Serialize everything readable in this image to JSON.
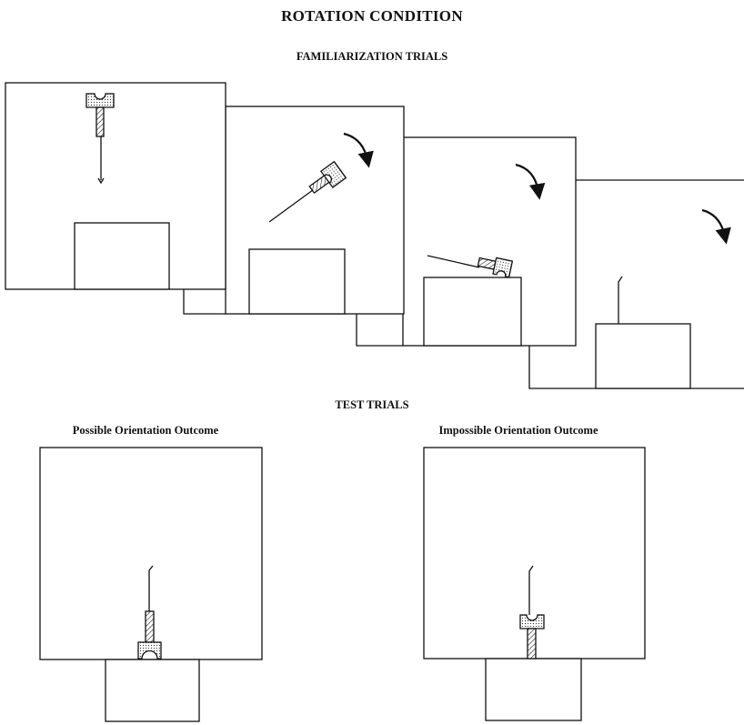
{
  "title": "ROTATION CONDITION",
  "familiarization": {
    "heading": "FAMILIARIZATION TRIALS"
  },
  "test": {
    "heading": "TEST TRIALS",
    "possible_label": "Possible Orientation Outcome",
    "impossible_label": "Impossible Orientation Outcome"
  },
  "colors": {
    "line": "#111111",
    "background": "#ffffff"
  }
}
